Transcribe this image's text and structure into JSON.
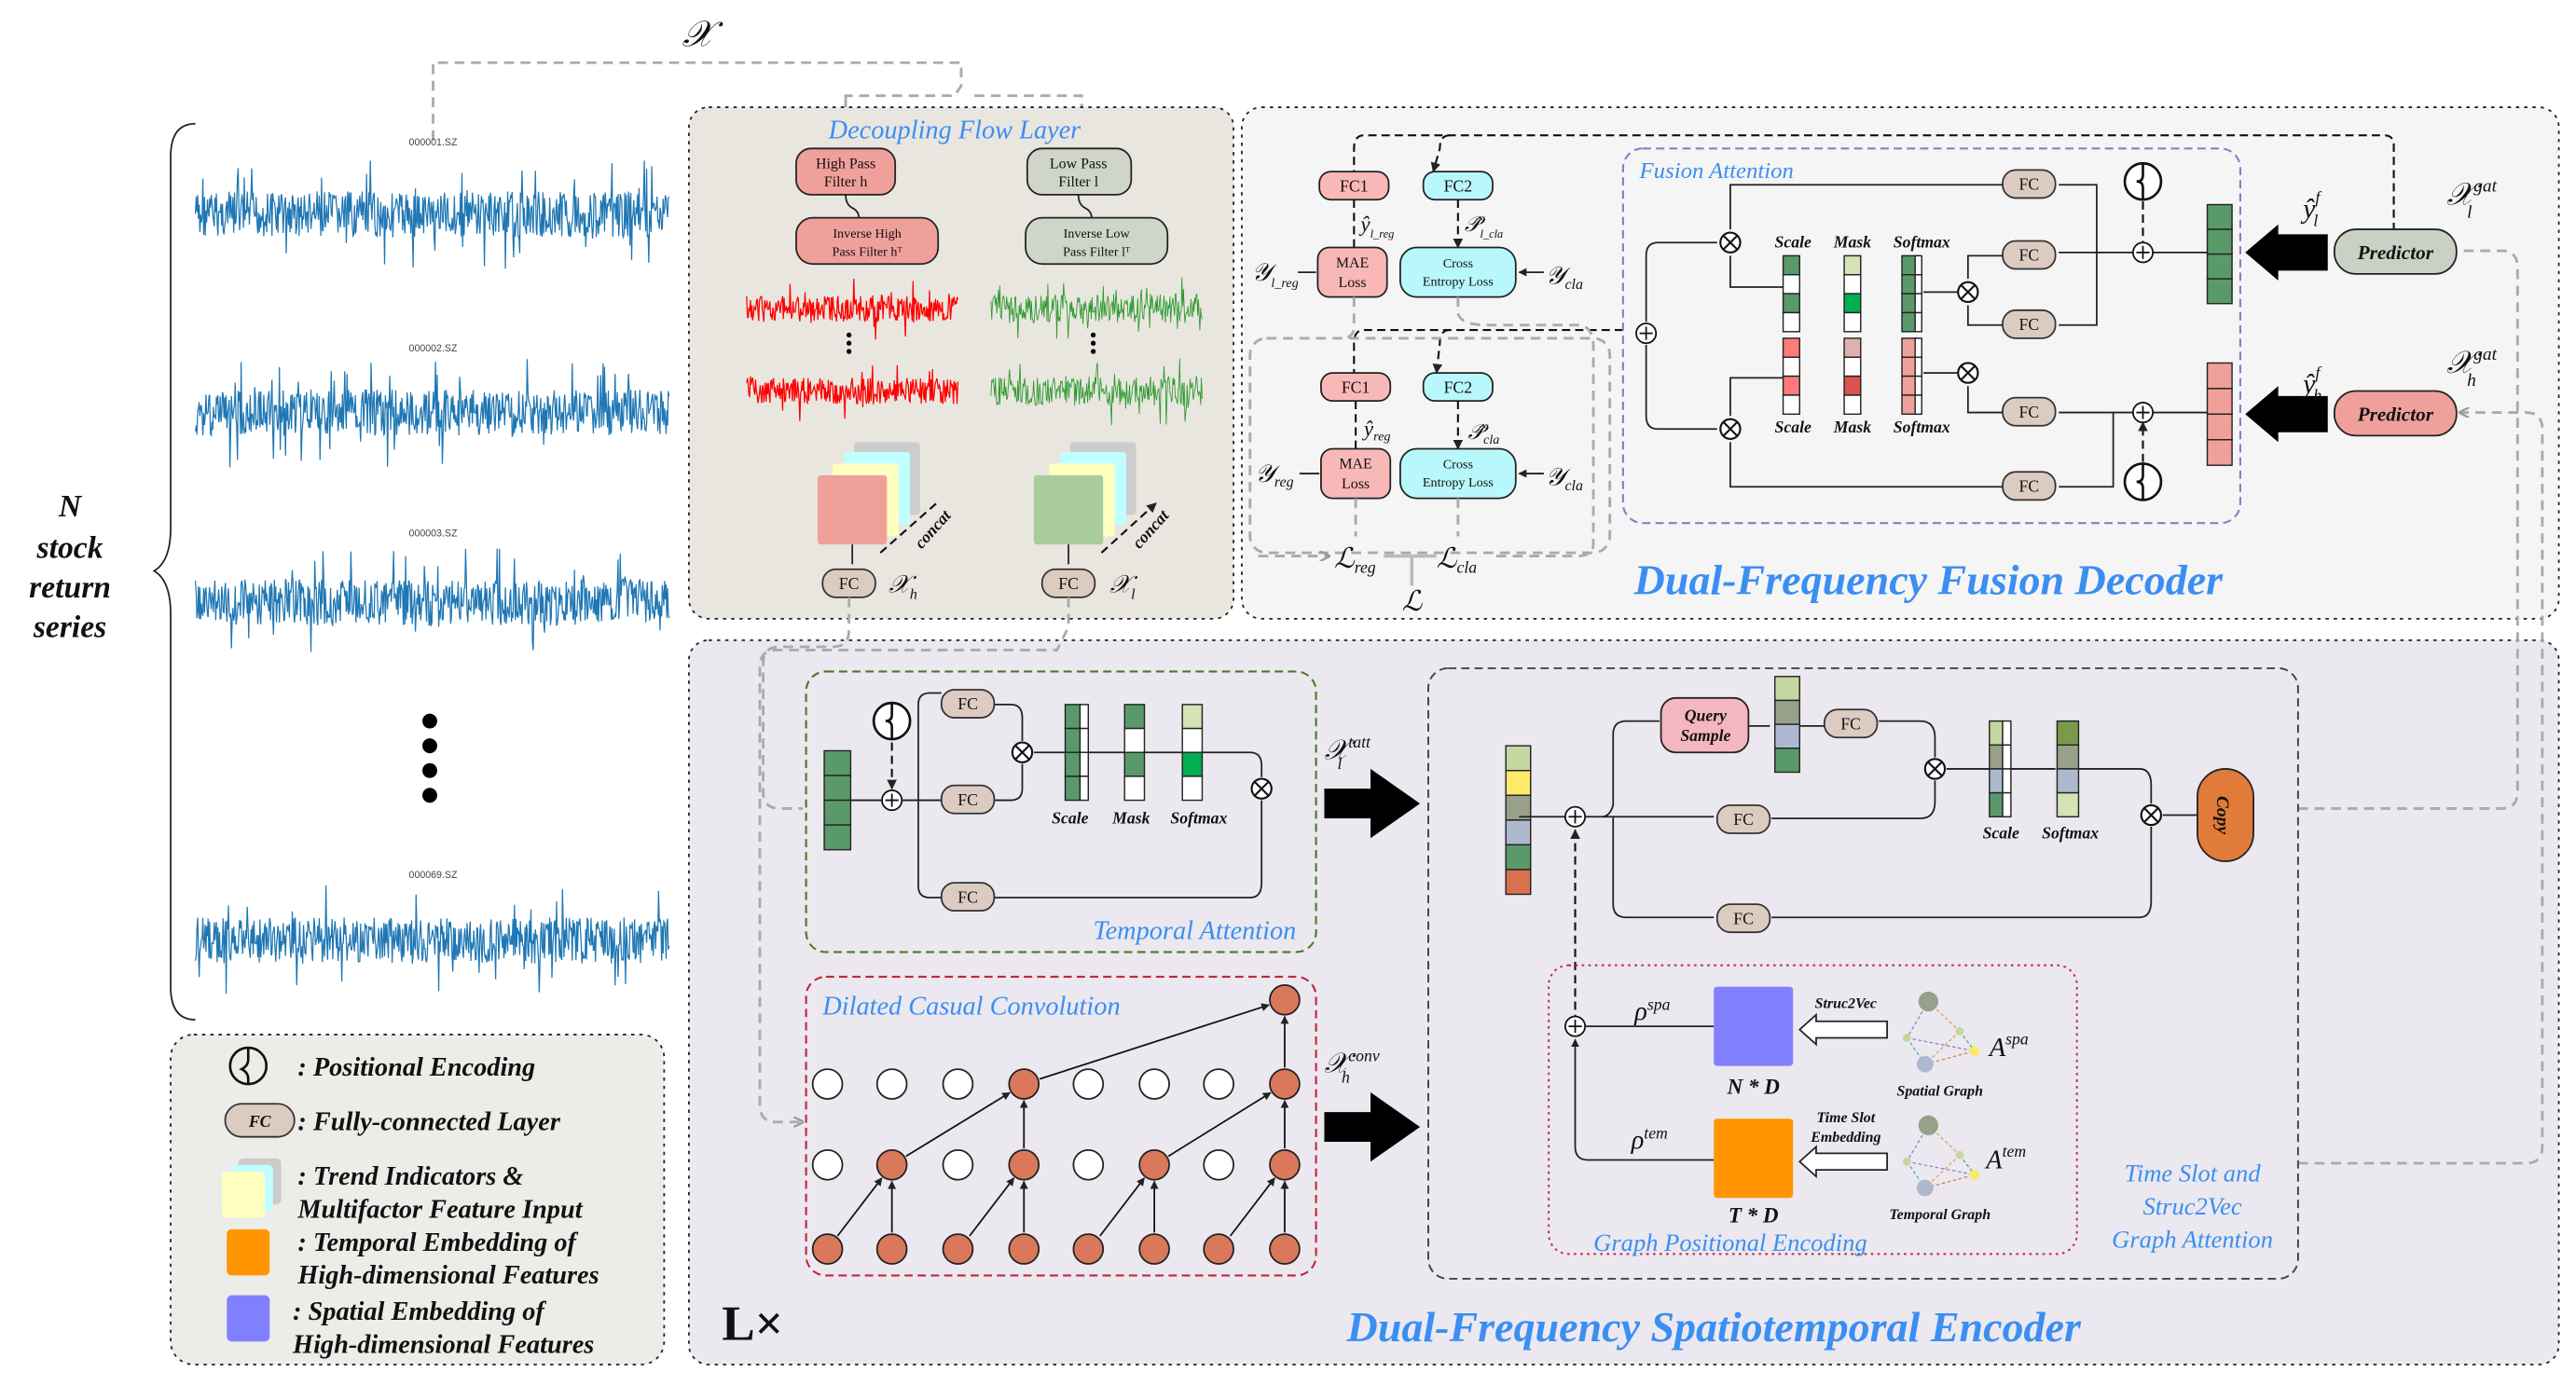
{
  "input_symbol": "𝒳",
  "stock_series": {
    "label": [
      "N",
      "stock",
      "return",
      "series"
    ],
    "tickers": [
      "000001.SZ",
      "000002.SZ",
      "000003.SZ",
      "000069.SZ"
    ],
    "line_color": "#1f77b4"
  },
  "decoupling": {
    "title": "Decoupling Flow Layer",
    "high_pass": [
      "High Pass",
      "Filter h"
    ],
    "low_pass": [
      "Low Pass",
      "Filter l"
    ],
    "inv_high": [
      "Inverse High",
      "Pass Filter hᵀ"
    ],
    "inv_low": [
      "Inverse Low",
      "Pass Filter lᵀ"
    ],
    "concat": "concat",
    "fc": "FC",
    "out_h": {
      "main": "𝒳",
      "sub": "h"
    },
    "out_l": {
      "main": "𝒳",
      "sub": "l"
    },
    "colors": {
      "high": "#f0a09a",
      "low": "#cfd5c9",
      "high_wave": "#ff0000",
      "low_wave": "#2e9a2e"
    }
  },
  "decoder": {
    "title": "Dual-Frequency Fusion Decoder",
    "fusion_title": "Fusion Attention",
    "fc": "FC",
    "fc1": "FC1",
    "fc2": "FC2",
    "mae": [
      "MAE",
      "Loss"
    ],
    "ce": [
      "Cross",
      "Entropy Loss"
    ],
    "y_hat_l_reg": {
      "main": "ŷ",
      "sub": "l_reg"
    },
    "p_hat_l_cla": {
      "main": "𝒫̂",
      "sub": "l_cla"
    },
    "y_l_reg": {
      "main": "𝒴",
      "sub": "l_reg"
    },
    "y_cla": {
      "main": "𝒴",
      "sub": "cla"
    },
    "y_hat_reg": {
      "main": "ŷ",
      "sub": "reg"
    },
    "p_hat_cla": {
      "main": "𝒫̂",
      "sub": "cla"
    },
    "y_reg": {
      "main": "𝒴",
      "sub": "reg"
    },
    "loss_reg": {
      "main": "ℒ",
      "sub": "reg"
    },
    "loss_cla": {
      "main": "ℒ",
      "sub": "cla"
    },
    "loss": "ℒ",
    "scale": "Scale",
    "mask": "Mask",
    "softmax": "Softmax",
    "predictor": "Predictor",
    "y_hat_l_f": {
      "main": "ŷ",
      "sup": "f",
      "sub": "l"
    },
    "y_hat_h_f": {
      "main": "ŷ",
      "sup": "f",
      "sub": "h"
    },
    "x_l_gat": {
      "main": "𝒳",
      "sup": "gat",
      "sub": "l"
    },
    "x_h_gat": {
      "main": "𝒳",
      "sup": "gat",
      "sub": "h"
    }
  },
  "encoder": {
    "title": "Dual-Frequency Spatiotemporal Encoder",
    "layers": "L×",
    "temporal_title": "Temporal Attention",
    "dilated_title": "Dilated Casual Convolution",
    "fc": "FC",
    "scale": "Scale",
    "mask": "Mask",
    "softmax": "Softmax",
    "x_l_tatt": {
      "main": "𝒳",
      "sup": "tatt",
      "sub": "l"
    },
    "x_h_conv": {
      "main": "𝒳",
      "sup": "conv",
      "sub": "h"
    },
    "query_sample": [
      "Query",
      "Sample"
    ],
    "copy": "Copy",
    "gpe_title": "Graph Positional Encoding",
    "rho_spa": {
      "main": "ρ",
      "sup": "spa"
    },
    "rho_tem": {
      "main": "ρ",
      "sup": "tem"
    },
    "n_d": "N * D",
    "t_d": "T * D",
    "struc2vec": "Struc2Vec",
    "time_slot_embedding": [
      "Time Slot",
      "Embedding"
    ],
    "a_spa": {
      "main": "A",
      "sup": "spa"
    },
    "a_tem": {
      "main": "A",
      "sup": "tem"
    },
    "spatial_graph": "Spatial Graph",
    "temporal_graph": "Temporal Graph",
    "tsgat_title": [
      "Time Slot and",
      "Struc2Vec",
      "Graph Attention"
    ],
    "colors": {
      "spatial": "#8080ff",
      "temporal": "#ff9500",
      "copy": "#e07b39",
      "node": "#d9785a"
    }
  },
  "legend": {
    "items": [
      {
        "icon": "positional-encoding-icon",
        "text": [
          ": Positional Encoding"
        ]
      },
      {
        "icon": "fc-icon",
        "icon_text": "FC",
        "text": [
          ": Fully-connected Layer"
        ]
      },
      {
        "icon": "stacked-features-icon",
        "text": [
          ": Trend Indicators &",
          "Multifactor Feature Input"
        ]
      },
      {
        "icon": "orange-square",
        "text": [
          ": Temporal Embedding of",
          "High-dimensional Features"
        ]
      },
      {
        "icon": "purple-square",
        "text": [
          ": Spatial Embedding of",
          "High-dimensional Features"
        ]
      }
    ]
  }
}
